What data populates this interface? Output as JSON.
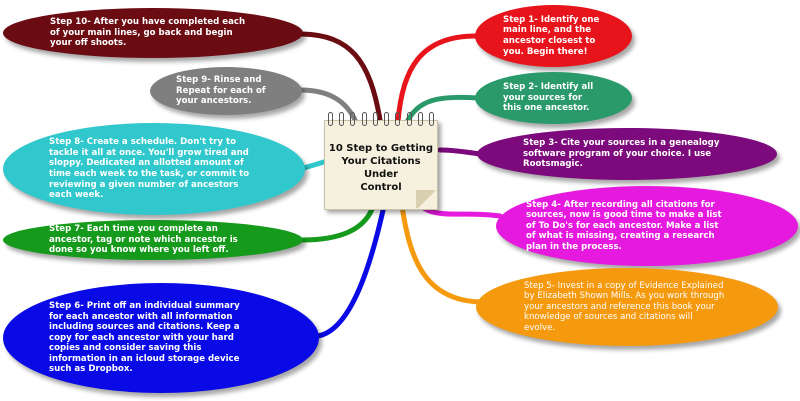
{
  "center": {
    "title": "10 Step to Getting\nYour Citations Under\nControl"
  },
  "colors": {
    "step1": "#e8141b",
    "step2": "#2b9a6b",
    "step3": "#7c0a7c",
    "step4": "#e61adf",
    "step5": "#f59a0f",
    "step6": "#0a0ae6",
    "step7": "#169a1c",
    "step8": "#30c8cc",
    "step9": "#7f7f7f",
    "step10": "#6b0b12"
  },
  "steps": [
    {
      "id": "step1",
      "text": "Step 1- Identify one\nmain line, and the\nancestor closest to\nyou. Begin there!"
    },
    {
      "id": "step2",
      "text": "Step 2- Identify all\nyour sources for\nthis one ancestor."
    },
    {
      "id": "step3",
      "text": "Step 3- Cite your sources in a genealogy\nsoftware program of your choice. I use\nRootsmagic."
    },
    {
      "id": "step4",
      "text": "Step 4- After recording all citations for\nsources, now is good time to make a list\nof To Do's for each ancestor. Make a list\nof what is missing, creating a research\nplan in the process."
    },
    {
      "id": "step5",
      "text": "Step 5- Invest in a copy of Evidence Explained\nby Elizabeth Shown Mills. As you work through\nyour ancestors and reference this book your\nknowledge of sources and citations will\nevolve."
    },
    {
      "id": "step6",
      "text": "Step 6- Print off an individual summary\nfor each ancestor with all information\nincluding sources and citations. Keep a\ncopy for each ancestor with your hard\ncopies and consider saving this\ninformation in an icloud storage device\nsuch as Dropbox."
    },
    {
      "id": "step7",
      "text": "Step 7- Each time you complete an\nancestor, tag or note which ancestor is\ndone so you know where you left off."
    },
    {
      "id": "step8",
      "text": "Step 8- Create a schedule. Don't try to\ntackle it all at once. You'll grow tired and\nsloppy. Dedicated an allotted amount of\ntime each week to the task, or commit to\nreviewing a given number of ancestors\neach week."
    },
    {
      "id": "step9",
      "text": "Step 9- Rinse and\nRepeat for each of\nyour ancestors."
    },
    {
      "id": "step10",
      "text": "Step 10- After you have completed each\nof your main lines, go back and begin\nyour off shoots."
    }
  ]
}
